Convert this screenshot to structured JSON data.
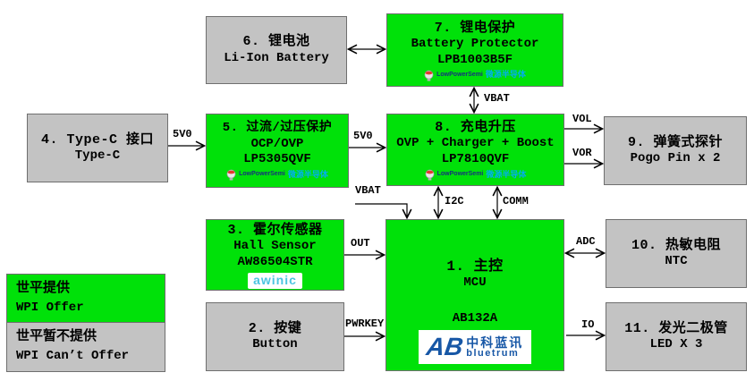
{
  "colors": {
    "block_green": "#00e109",
    "block_gray": "#c3c3c3",
    "border_gray": "#6f6f6f",
    "wire_black": "#000000",
    "lps_navy": "#16317d",
    "lps_cyan": "#00aeef",
    "awinic_cyan": "#4bc5e0",
    "bluetrum_blue": "#1757a6"
  },
  "blocks": {
    "battery": {
      "title": "6. 锂电池",
      "subtitle": "Li-Ion Battery"
    },
    "protector": {
      "title": "7. 锂电保护",
      "subtitle": "Battery Protector",
      "part": "LPB1003B5F"
    },
    "typec": {
      "title": "4. Type-C 接口",
      "subtitle": "Type-C"
    },
    "ocp": {
      "title": "5. 过流/过压保护",
      "subtitle": "OCP/OVP",
      "part": "LP5305QVF"
    },
    "charger": {
      "title": "8. 充电升压",
      "subtitle": "OVP + Charger + Boost",
      "part": "LP7810QVF"
    },
    "pogo": {
      "title": "9. 弹簧式探针",
      "subtitle": "Pogo Pin x 2"
    },
    "hall": {
      "title": "3. 霍尔传感器",
      "subtitle": "Hall Sensor",
      "part": "AW86504STR"
    },
    "mcu": {
      "title": "1. 主控",
      "subtitle": "MCU",
      "part": "AB132A"
    },
    "ntc": {
      "title": "10. 热敏电阻",
      "subtitle": "NTC"
    },
    "button": {
      "title": "2. 按键",
      "subtitle": "Button"
    },
    "led": {
      "title": "11. 发光二极管",
      "subtitle": "LED X 3"
    }
  },
  "logos": {
    "lowpowersemi": {
      "name": "LowPowerSemi",
      "cn": "微源半导体"
    },
    "awinic": {
      "text": "awinic"
    },
    "bluetrum": {
      "monogram": "AB",
      "cn": "中科蓝讯",
      "en": "bluetrum"
    }
  },
  "signals": {
    "v5_left": "5V0",
    "v5_right": "5V0",
    "vbat_top": "VBAT",
    "vbat_left": "VBAT",
    "vol": "VOL",
    "vor": "VOR",
    "i2c": "I2C",
    "comm": "COMM",
    "out": "OUT",
    "pwrkey": "PWRKEY",
    "adc": "ADC",
    "io": "IO"
  },
  "legend": {
    "offer": {
      "cn": "世平提供",
      "en": "WPI Offer"
    },
    "not_offer": {
      "cn": "世平暂不提供",
      "en": "WPI Can’t Offer"
    }
  }
}
